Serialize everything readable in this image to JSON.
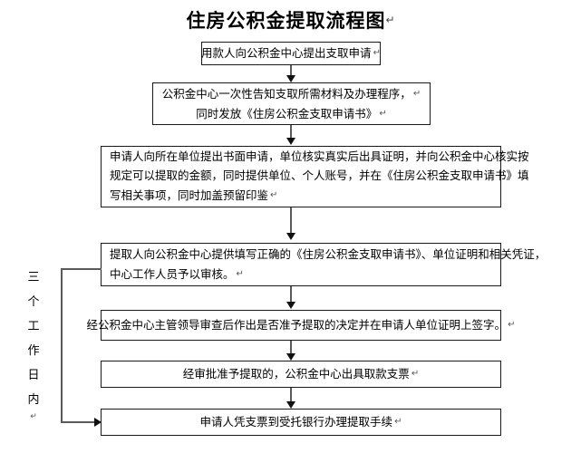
{
  "document": {
    "title": "住房公积金提取流程图",
    "title_mark": "↵",
    "paragraph_mark": "↵"
  },
  "side_label": {
    "name": "three-working-days",
    "characters": [
      "三",
      "个",
      "工",
      "作",
      "日",
      "内"
    ],
    "mark": "↵"
  },
  "chart_data": {
    "type": "diagram",
    "title": "住房公积金提取流程图",
    "nodes": [
      {
        "id": "node-1",
        "align": "center",
        "lines": [
          "用款人向公积金中心提出支取申请"
        ],
        "marks": [
          true
        ]
      },
      {
        "id": "node-2",
        "align": "center",
        "lines": [
          "公积金中心一次性告知支取所需材料及办理程序，",
          "同时发放《住房公积金支取申请书》"
        ],
        "marks": [
          true,
          true
        ]
      },
      {
        "id": "node-3",
        "align": "left",
        "lines": [
          "申请人向所在单位提出书面申请，单位核实真实后出具证明，并向公积金中心核实按",
          "规定可以提取的金额，同时提供单位、个人账号，并在《住房公积金支取申请书》填",
          "写相关事项，同时加盖预留印鉴"
        ],
        "marks": [
          false,
          false,
          true
        ]
      },
      {
        "id": "node-4",
        "align": "left",
        "lines": [
          "提取人向公积金中心提供填写正确的《住房公积金支取申请书》、单位证明和相关凭证，",
          "中心工作人员予以审核。"
        ],
        "marks": [
          false,
          true
        ]
      },
      {
        "id": "node-5",
        "align": "center",
        "lines": [
          "经公积金中心主管领导审查后作出是否准予提取的决定并在申请人单位证明上签字。"
        ],
        "marks": [
          true
        ]
      },
      {
        "id": "node-6",
        "align": "center",
        "lines": [
          "经审批准予提取的，公积金中心出具取款支票"
        ],
        "marks": [
          true
        ]
      },
      {
        "id": "node-7",
        "align": "center",
        "lines": [
          "申请人凭支票到受托银行办理提取手续"
        ],
        "marks": [
          true
        ]
      }
    ],
    "edges": [
      {
        "from": "node-1",
        "to": "node-2",
        "type": "arrow-down"
      },
      {
        "from": "node-2",
        "to": "node-3",
        "type": "arrow-down"
      },
      {
        "from": "node-3",
        "to": "node-4",
        "type": "arrow-down"
      },
      {
        "from": "node-4",
        "to": "node-5",
        "type": "arrow-down"
      },
      {
        "from": "node-5",
        "to": "node-6",
        "type": "arrow-down"
      },
      {
        "from": "node-6",
        "to": "node-7",
        "type": "arrow-down"
      },
      {
        "from": "node-4",
        "to": "node-7",
        "type": "side-bracket-arrow-right",
        "label": "三个工作日内"
      }
    ],
    "colors": {
      "background": "#ffffff",
      "box_border": "#1a1a1a",
      "connector": "#5a5a5a",
      "arrowhead": "#111111",
      "text": "#000000"
    }
  }
}
